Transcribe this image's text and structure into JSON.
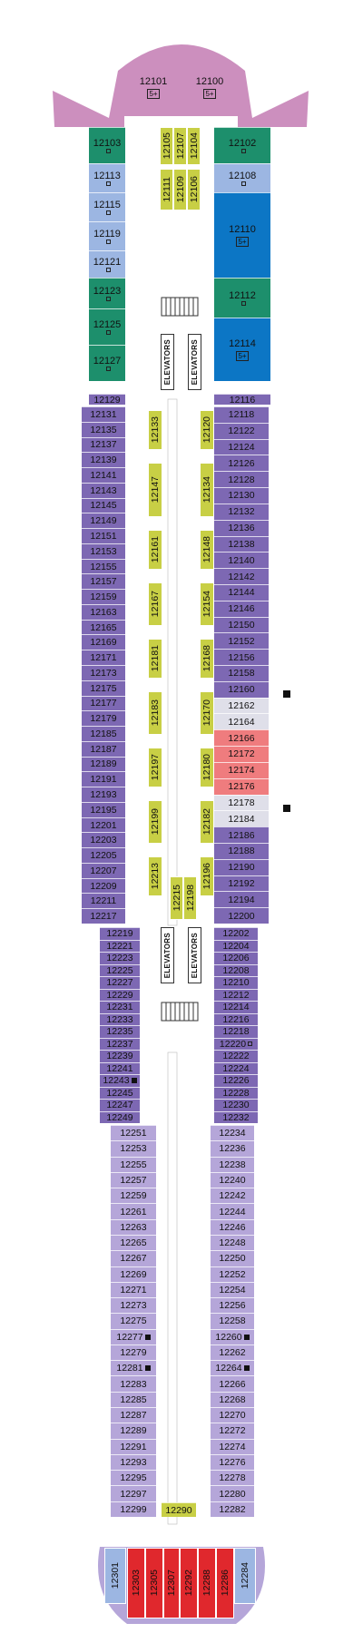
{
  "colors": {
    "pink": "#cc8fbe",
    "green": "#1d8f6c",
    "lightblue": "#9cb6e2",
    "blue": "#0c76c5",
    "purple": "#7d68b3",
    "lavender": "#b5a6d9",
    "red": "#ef7c7e",
    "brightred": "#e0282d",
    "grey": "#dfdfe9",
    "yellowgreen": "#c8cf45",
    "corridor": "#ffffff"
  },
  "icons": [
    "accessible-square-icon",
    "connecting-filled-square-icon",
    "sofa-bed-triangle-icon",
    "balcony-diamond-icon",
    "stairs-icon"
  ],
  "suites": [
    {
      "num": "12101",
      "badge": "5+"
    },
    {
      "num": "12100",
      "badge": "5+"
    }
  ],
  "port_fwd": [
    "12103",
    "12113",
    "12115",
    "12119",
    "12121",
    "12123",
    "12125",
    "12127"
  ],
  "stbd_fwd": [
    "12102",
    "12108",
    "12110",
    "12112",
    "12114"
  ],
  "stbd_fwd_badges": {
    "12110": "5+",
    "12114": "5+"
  },
  "elevators_label": "ELEVATORS",
  "center_fwd": [
    [
      "12105",
      "12107",
      "12104"
    ],
    [
      "12111",
      "12109",
      "12106"
    ]
  ],
  "row_129": [
    "12129",
    "12116"
  ],
  "port_mid": [
    "12131",
    "12135",
    "12137",
    "12139",
    "12141",
    "12143",
    "12145",
    "12149",
    "12151",
    "12153",
    "12155",
    "12157",
    "12159",
    "12163",
    "12165",
    "12169",
    "12171",
    "12173",
    "12175",
    "12177",
    "12179",
    "12185",
    "12187",
    "12189",
    "12191",
    "12193",
    "12195",
    "12201",
    "12203",
    "12205",
    "12207",
    "12209",
    "12211",
    "12217"
  ],
  "stbd_mid": [
    "12118",
    "12122",
    "12124",
    "12126",
    "12128",
    "12130",
    "12132",
    "12136",
    "12138",
    "12140",
    "12142",
    "12144",
    "12146",
    "12150",
    "12152",
    "12156",
    "12158",
    "12160",
    "12162",
    "12164",
    "12166",
    "12172",
    "12174",
    "12176",
    "12178",
    "12184",
    "12186",
    "12188",
    "12190",
    "12192",
    "12194",
    "12200"
  ],
  "center_mid_left": [
    "12133",
    "12147",
    "12161",
    "12167",
    "12181",
    "12183",
    "12197",
    "12199",
    "12213"
  ],
  "center_mid_right": [
    "12120",
    "12134",
    "12148",
    "12154",
    "12168",
    "12170",
    "12180",
    "12182",
    "12196"
  ],
  "center_mid_pair": [
    "12215",
    "12198"
  ],
  "port_aft1": [
    "12219",
    "12221",
    "12223",
    "12225",
    "12227",
    "12229",
    "12231",
    "12233",
    "12235",
    "12237",
    "12239",
    "12241",
    "12243",
    "12245",
    "12247",
    "12249"
  ],
  "stbd_aft1": [
    "12202",
    "12204",
    "12206",
    "12208",
    "12210",
    "12212",
    "12214",
    "12216",
    "12218",
    "12220",
    "12222",
    "12224",
    "12226",
    "12228",
    "12230",
    "12232"
  ],
  "port_aft2": [
    "12251",
    "12253",
    "12255",
    "12257",
    "12259",
    "12261",
    "12263",
    "12265",
    "12267",
    "12269",
    "12271",
    "12273",
    "12275",
    "12277",
    "12279",
    "12281",
    "12283",
    "12285",
    "12287",
    "12289",
    "12291",
    "12293",
    "12295",
    "12297",
    "12299"
  ],
  "stbd_aft2": [
    "12234",
    "12236",
    "12238",
    "12240",
    "12242",
    "12244",
    "12246",
    "12248",
    "12250",
    "12252",
    "12254",
    "12256",
    "12258",
    "12260",
    "12262",
    "12264",
    "12266",
    "12268",
    "12270",
    "12272",
    "12274",
    "12276",
    "12278",
    "12280",
    "12282"
  ],
  "aft_center": "12290",
  "stern": [
    "12301",
    "12303",
    "12305",
    "12307",
    "12292",
    "12288",
    "12286",
    "12284"
  ]
}
